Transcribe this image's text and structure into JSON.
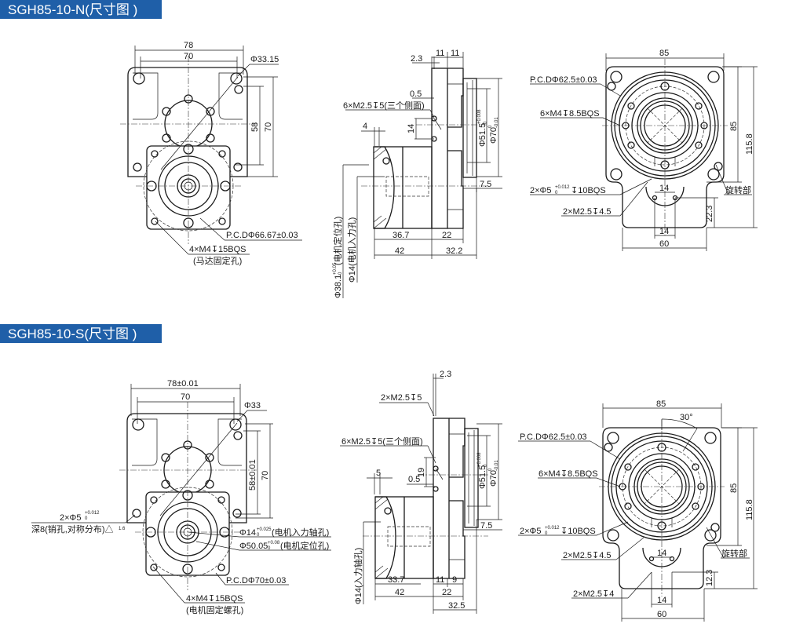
{
  "colors": {
    "header_bg": "#1f5fa8",
    "line": "#1a1a1a"
  },
  "sections": [
    {
      "title": "SGH85-10-N(尺寸图 )",
      "front": {
        "w78": "78",
        "w70": "70",
        "phi": "Φ33.15",
        "h58": "58",
        "h70": "70",
        "pcd": "P.C.DΦ66.67±0.03",
        "screws": "4×M4↧15BQS",
        "screws_note": "(马达固定孔)"
      },
      "side": {
        "d2_3": "2.3",
        "d11a": "11",
        "d11b": "11",
        "d0_5": "0.5",
        "side_holes": "6×M2.5↧5(三个侧面)",
        "d14": "14",
        "d4": "4",
        "phi51": "Φ51.5",
        "phi51_tol_up": "+0.008",
        "phi51_tol_lo": "0",
        "phi70": "Φ70",
        "phi70_tol_up": "0",
        "phi70_tol_lo": "-0.01",
        "d7_5": "7.5",
        "d36_7": "36.7",
        "d22": "22",
        "d42": "42",
        "d32_2": "32.2",
        "pilot": "Φ38.1",
        "pilot_tol_up": "+0.05",
        "pilot_tol_lo": "0",
        "pilot_note": "(电机定位孔)",
        "input_hole": "Φ14(电机入力孔)"
      },
      "rotary": {
        "w85": "85",
        "pcd": "P.C.DΦ62.5±0.03",
        "holes": "6×M4↧8.5BQS",
        "h85": "85",
        "h115": "115.8",
        "pins": "2×Φ5",
        "pins_tol_up": "+0.012",
        "pins_tol_lo": "0",
        "pins_depth": "↧10BQS",
        "m25": "2×M2.5↧4.5",
        "rot": "旋转部",
        "d14a": "14",
        "h22_3": "22.3",
        "d14b": "14",
        "w60": "60"
      }
    },
    {
      "title": "SGH85-10-S(尺寸图 )",
      "front": {
        "w78": "78±0.01",
        "w70": "70",
        "phi": "Φ33",
        "h58": "58±0.01",
        "h70": "70",
        "pins": "2×Φ5",
        "pins_tol_up": "+0.012",
        "pins_tol_lo": "0",
        "pins_note": "深8(销孔,对称分布)△",
        "pins_note_sub": "1.6",
        "input": "Φ14",
        "input_tol_up": "+0.025",
        "input_tol_lo": "0",
        "input_note": "(电机入力轴孔)",
        "pilot": "Φ50.05",
        "pilot_tol_up": "+0.08",
        "pilot_tol_lo": "0",
        "pilot_note": "(电机定位孔)",
        "pcd": "P.C.DΦ70±0.03",
        "screws": "4×M4↧15BQS",
        "screws_note": "(电机固定螺孔)"
      },
      "side": {
        "d2_3": "2.3",
        "top_holes": "2×M2.5↧5",
        "side_holes": "6×M2.5↧5(三个侧面)",
        "d19": "19",
        "d0_5": "0.5",
        "d5": "5",
        "phi51": "Φ51.5",
        "phi51_tol_up": "+0.008",
        "phi51_tol_lo": "0",
        "phi70": "Φ70",
        "phi70_tol_up": "0",
        "phi70_tol_lo": "-0.01",
        "d7_5": "7.5",
        "d33_7": "33.7",
        "d11": "11",
        "d9": "9",
        "d42": "42",
        "d22": "22",
        "d32_5": "32.5",
        "input_hole": "Φ14(入力轴孔)"
      },
      "rotary": {
        "w85": "85",
        "angle": "30°",
        "pcd": "P.C.DΦ62.5±0.03",
        "holes": "6×M4↧8.5BQS",
        "h85": "85",
        "h115": "115.8",
        "pins": "2×Φ5",
        "pins_tol_up": "+0.012",
        "pins_tol_lo": "0",
        "pins_depth": "↧10BQS",
        "m25": "2×M2.5↧4.5",
        "rot": "旋转部",
        "d14a": "14",
        "h12_3": "12.3",
        "m25b": "2×M2.5↧4",
        "d14b": "14",
        "w60": "60"
      }
    }
  ]
}
